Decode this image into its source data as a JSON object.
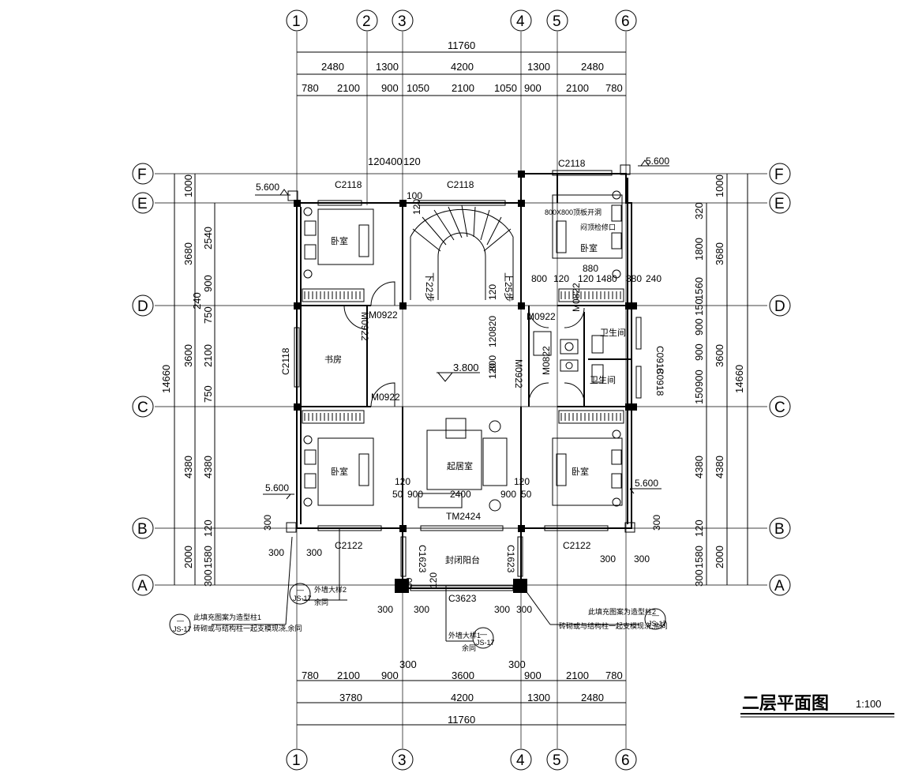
{
  "title": "二层平面图",
  "scale": "1:100",
  "grid_top": [
    "1",
    "2",
    "3",
    "4",
    "5",
    "6"
  ],
  "grid_bottom": [
    "1",
    "3",
    "4",
    "5",
    "6"
  ],
  "grid_left": [
    "F",
    "E",
    "D",
    "C",
    "B",
    "A"
  ],
  "grid_right": [
    "F",
    "E",
    "D",
    "C",
    "B",
    "A"
  ],
  "dims_top_total": "11760",
  "dims_top_1": [
    "2480",
    "1300",
    "4200",
    "1300",
    "2480"
  ],
  "dims_top_2": [
    "780",
    "2100",
    "900",
    "1050",
    "2100",
    "1050",
    "900",
    "2100",
    "780"
  ],
  "dims_top_small": [
    "120",
    "400",
    "120"
  ],
  "dims_bottom_total": "11760",
  "dims_bottom_1": [
    "3780",
    "4200",
    "1300",
    "2480"
  ],
  "dims_bottom_2": [
    "780",
    "2100",
    "900",
    "3600",
    "900",
    "2100",
    "780"
  ],
  "dims_bottom_300": [
    "300",
    "300"
  ],
  "dims_left_total": "14660",
  "dims_left_1": [
    "1000",
    "3680",
    "3600",
    "4380",
    "2000"
  ],
  "dims_left_2": [
    "2540",
    "900",
    "240",
    "750",
    "2100",
    "750",
    "4380",
    "120",
    "1580",
    "300"
  ],
  "dims_right_total": "14660",
  "dims_right_1": [
    "1000",
    "3680",
    "3600",
    "4380",
    "2000"
  ],
  "dims_right_2": [
    "320",
    "1800",
    "1560",
    "150",
    "900",
    "900",
    "900",
    "150",
    "4380",
    "120",
    "1580",
    "300"
  ],
  "rooms": {
    "bed_nw": "卧室",
    "bed_ne": "卧室",
    "bed_sw": "卧室",
    "bed_se": "卧室",
    "study": "书房",
    "living": "起居室",
    "balcony": "封闭阳台",
    "wc1": "卫生间",
    "wc2": "卫生间"
  },
  "labels": {
    "c2118_a": "C2118",
    "c2118_b": "C2118",
    "c2118_c": "C2118",
    "c2118_d": "C2118",
    "c2122_a": "C2122",
    "c2122_b": "C2122",
    "c0918_a": "C0918",
    "c0918_b": "C0918",
    "c1623_a": "C1623",
    "c1623_b": "C1623",
    "c3623": "C3623",
    "tm2424": "TM2424",
    "m0922_a": "M0922",
    "m0922_b": "M0922",
    "m0922_c": "M0922",
    "m0922_d": "M0922",
    "m0922_e": "M0922",
    "m0822_a": "M0822",
    "m0822_b": "M0822",
    "elev_a": "5.600",
    "elev_b": "5.600",
    "elev_c": "5.600",
    "elev_d": "5.600",
    "elev_floor": "3.800",
    "hatch": "800X800顶板开洞",
    "hatch2": "闷顶检修口",
    "dim_880": "880",
    "dims_wc": [
      "800",
      "120",
      "120",
      "1480",
      "380",
      "240"
    ],
    "dims_liv": [
      "120",
      "50",
      "900",
      "2400",
      "900",
      "50",
      "120"
    ],
    "dims_stair": [
      "120",
      "820",
      "120",
      "800",
      "120"
    ],
    "dims_small": [
      "300",
      "300",
      "300",
      "300",
      "300",
      "300",
      "300",
      "300",
      "300",
      "300"
    ],
    "dim_120_1": "120",
    "dim_50_1": "50",
    "dim_120_c": "120",
    "dim_100": "100",
    "note1_a": "此填充图案为造型柱1",
    "note1_b": "砖砌或与结构柱一起支模现浇,余同",
    "note2_a": "此填充图案为造型柱2",
    "note2_b": "砖砌或与结构柱一起支模现浇,余同",
    "detail1": "外墙大样1",
    "detail2": "外墙大样2",
    "same": "余同",
    "bubble_top": "—",
    "bubble_bot": "JS-17",
    "stair_up": "下22步",
    "stair_dn": "上25步"
  }
}
